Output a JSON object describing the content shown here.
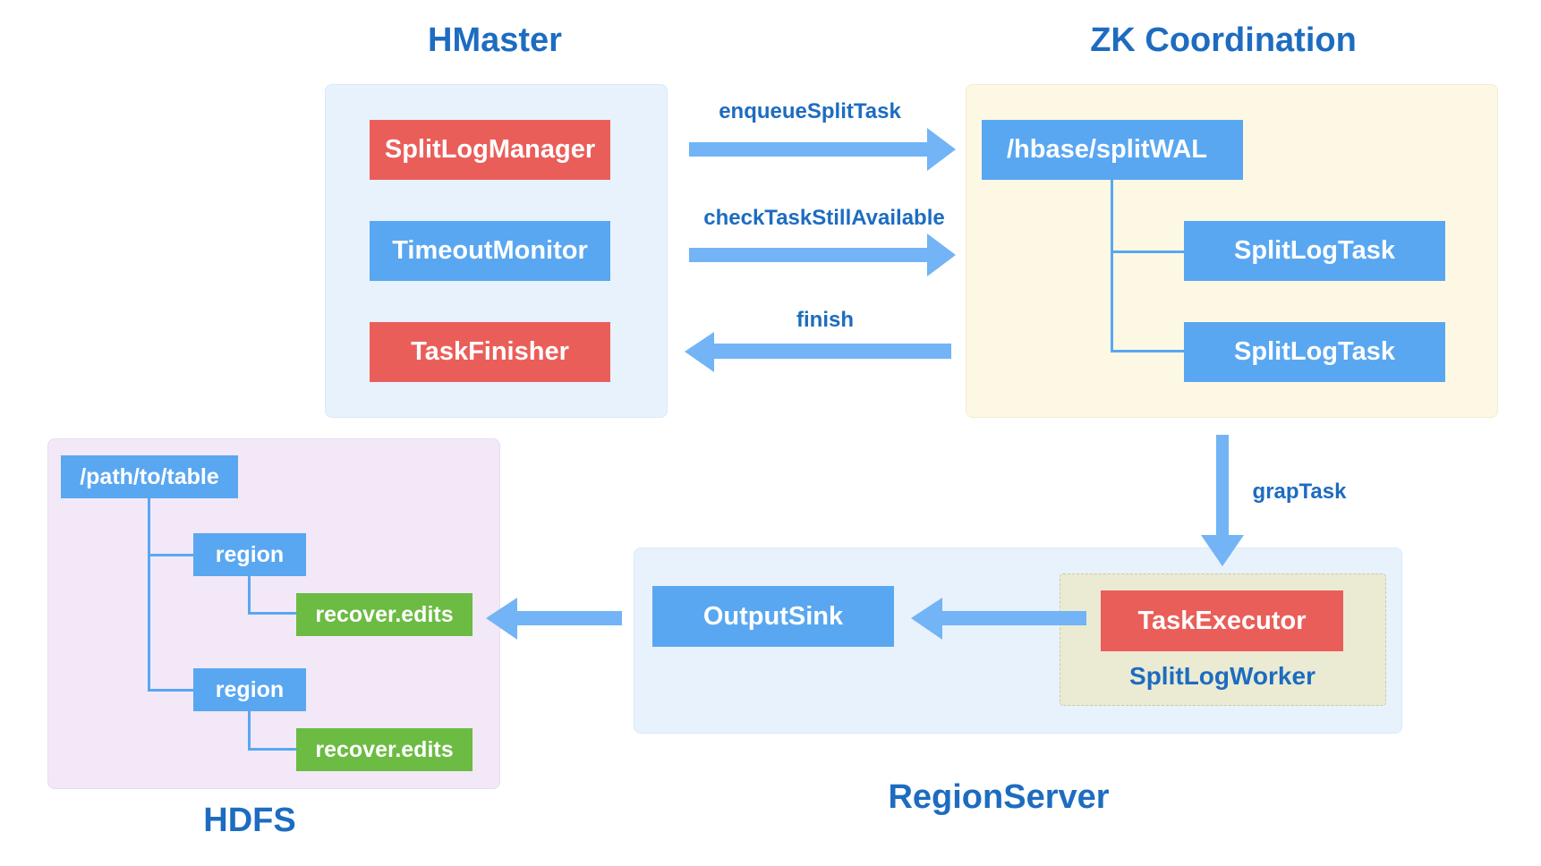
{
  "titles": {
    "hmaster": "HMaster",
    "zk": "ZK Coordination",
    "hdfs": "HDFS",
    "regionserver": "RegionServer"
  },
  "hmaster": {
    "components": [
      "SplitLogManager",
      "TimeoutMonitor",
      "TaskFinisher"
    ]
  },
  "zk": {
    "root": "/hbase/splitWAL",
    "tasks": [
      "SplitLogTask",
      "SplitLogTask"
    ]
  },
  "hdfs": {
    "root": "/path/to/table",
    "regions": [
      {
        "label": "region",
        "child": "recover.edits"
      },
      {
        "label": "region",
        "child": "recover.edits"
      }
    ]
  },
  "regionserver": {
    "output_sink": "OutputSink",
    "task_executor": "TaskExecutor",
    "worker_label": "SplitLogWorker"
  },
  "arrows": {
    "enqueue": "enqueueSplitTask",
    "check": "checkTaskStillAvailable",
    "finish": "finish",
    "grab": "grapTask"
  },
  "colors": {
    "red_component": "#ea5e5a",
    "blue_component": "#59a7f1",
    "green_component": "#6cbb43",
    "title_text": "#1d6cc0",
    "arrow": "#72b4f5"
  }
}
